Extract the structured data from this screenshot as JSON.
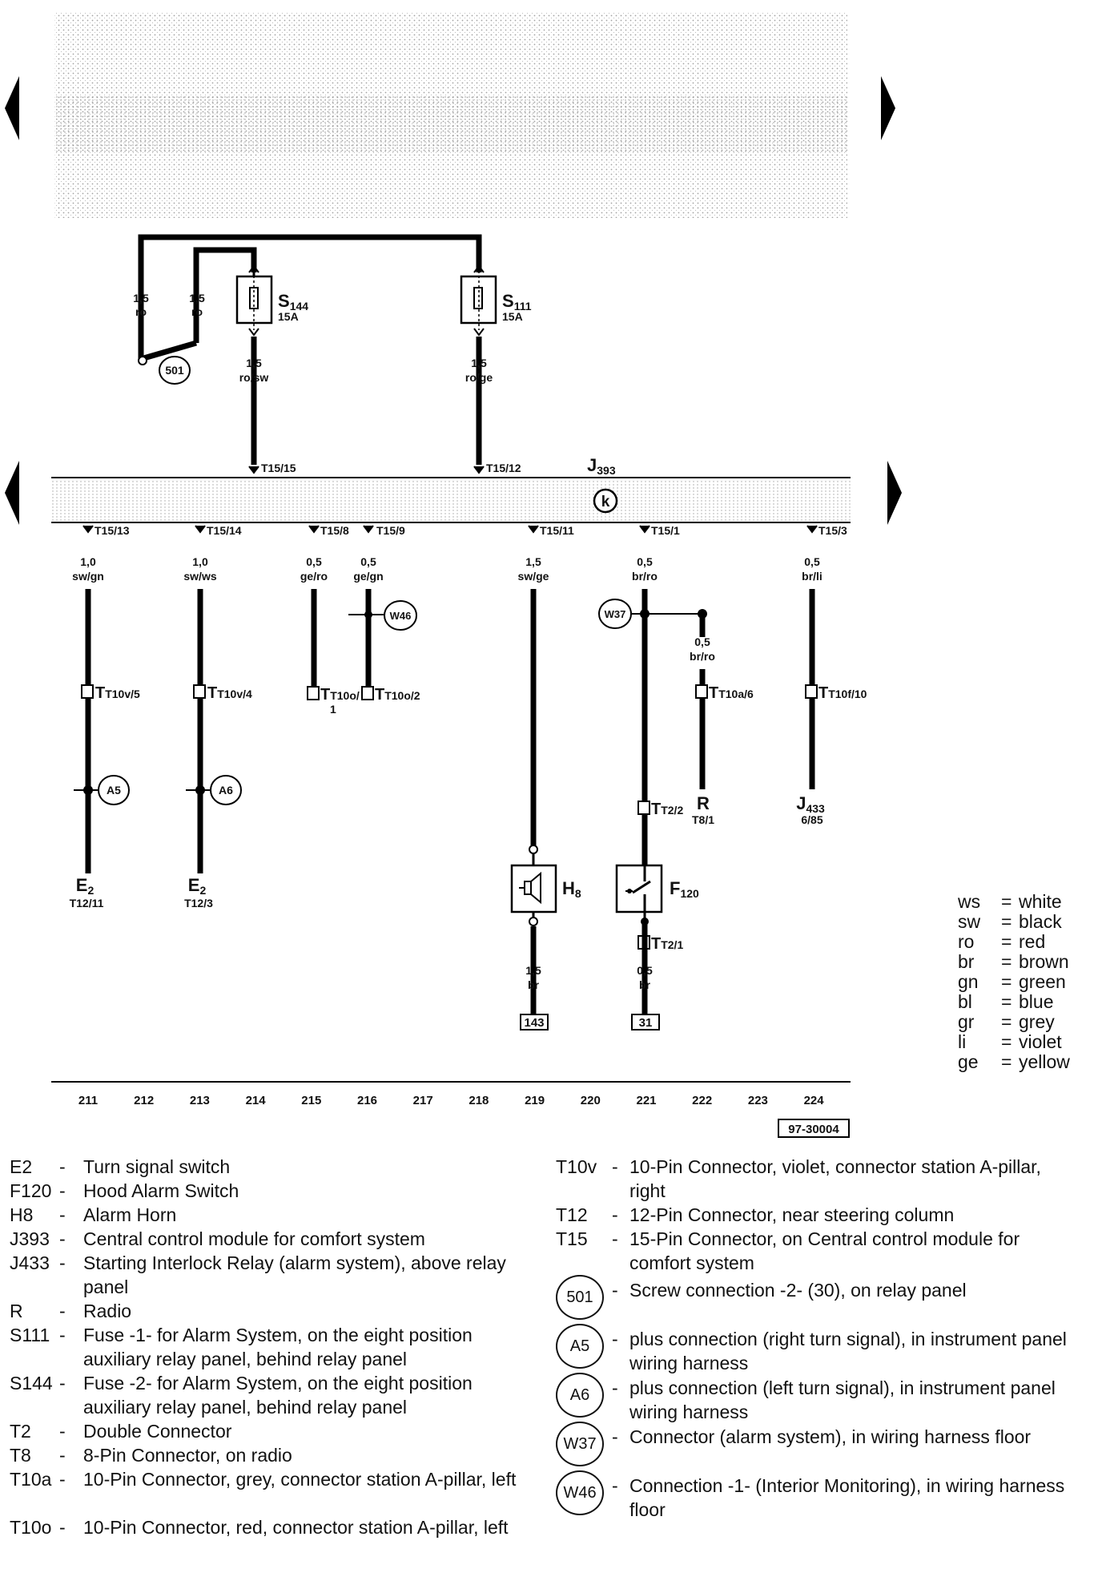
{
  "components": {
    "S144": {
      "name": "S",
      "sub": "144",
      "rating": "15A"
    },
    "S111": {
      "name": "S",
      "sub": "111",
      "rating": "15A"
    },
    "J393": {
      "name": "J",
      "sub": "393"
    },
    "H8": {
      "name": "H",
      "sub": "8"
    },
    "F120": {
      "name": "F",
      "sub": "120"
    },
    "E2a": {
      "name": "E",
      "sub": "2",
      "pin": "T12/11"
    },
    "E2b": {
      "name": "E",
      "sub": "2",
      "pin": "T12/3"
    },
    "R": {
      "name": "R",
      "pin": "T8/1"
    },
    "J433": {
      "name": "J",
      "sub": "433",
      "pin": "6/85"
    }
  },
  "wires": {
    "w1": {
      "size": "1,5",
      "color": "ro"
    },
    "w2": {
      "size": "1,5",
      "color": "ro"
    },
    "w3": {
      "size": "1,5",
      "color": "ro/sw"
    },
    "w4": {
      "size": "1,5",
      "color": "ro/ge"
    },
    "w5": {
      "size": "1,0",
      "color": "sw/gn"
    },
    "w6": {
      "size": "1,0",
      "color": "sw/ws"
    },
    "w7": {
      "size": "0,5",
      "color": "ge/ro"
    },
    "w8": {
      "size": "0,5",
      "color": "ge/gn"
    },
    "w9": {
      "size": "1,5",
      "color": "sw/ge"
    },
    "w10": {
      "size": "0,5",
      "color": "br/ro"
    },
    "w11": {
      "size": "0,5",
      "color": "br/ro"
    },
    "w12": {
      "size": "0,5",
      "color": "br/li"
    },
    "w13": {
      "size": "1,5",
      "color": "br"
    },
    "w14": {
      "size": "0,5",
      "color": "br"
    }
  },
  "pins": {
    "top1": "T15/15",
    "top2": "T15/12",
    "b1": "T15/13",
    "b2": "T15/14",
    "b3": "T15/8",
    "b4": "T15/9",
    "b5": "T15/11",
    "b6": "T15/1",
    "b7": "T15/3"
  },
  "connectors": {
    "c1": "T10v/5",
    "c2": "T10v/4",
    "c3": "T10o/",
    "c3b": "1",
    "c4": "T10o/2",
    "c5": "T10a/6",
    "c6": "T10f/10",
    "c7": "T2/2",
    "c8": "T2/1"
  },
  "circles": {
    "c501": "501",
    "W46": "W46",
    "W37": "W37",
    "A5": "A5",
    "A6": "A6",
    "k": "k"
  },
  "ground_boxes": {
    "g1": "143",
    "g2": "31"
  },
  "current_tracks": [
    "211",
    "212",
    "213",
    "214",
    "215",
    "216",
    "217",
    "218",
    "219",
    "220",
    "221",
    "222",
    "223",
    "224"
  ],
  "diagram_id": "97-30004",
  "color_key": [
    {
      "abbr": "ws",
      "name": "white"
    },
    {
      "abbr": "sw",
      "name": "black"
    },
    {
      "abbr": "ro",
      "name": "red"
    },
    {
      "abbr": "br",
      "name": "brown"
    },
    {
      "abbr": "gn",
      "name": "green"
    },
    {
      "abbr": "bl",
      "name": "blue"
    },
    {
      "abbr": "gr",
      "name": "grey"
    },
    {
      "abbr": "li",
      "name": "violet"
    },
    {
      "abbr": "ge",
      "name": "yellow"
    }
  ],
  "legend_left": [
    {
      "code": "E2",
      "desc": "Turn signal switch"
    },
    {
      "code": "F120",
      "desc": "Hood Alarm Switch"
    },
    {
      "code": "H8",
      "desc": "Alarm Horn"
    },
    {
      "code": "J393",
      "desc": "Central control module for comfort system"
    },
    {
      "code": "J433",
      "desc": "Starting Interlock Relay (alarm system), above relay panel"
    },
    {
      "code": "R",
      "desc": "Radio"
    },
    {
      "code": "S111",
      "desc": "Fuse -1- for Alarm System, on the eight position auxiliary relay panel, behind relay panel"
    },
    {
      "code": "S144",
      "desc": "Fuse -2- for Alarm System, on the eight position auxiliary relay panel, behind relay panel"
    },
    {
      "code": "T2",
      "desc": "Double Connector"
    },
    {
      "code": "T8",
      "desc": "8-Pin Connector, on radio"
    },
    {
      "code": "T10a",
      "desc": "10-Pin Connector, grey, connector station A-pillar, left"
    },
    {
      "code": "T10o",
      "desc": "10-Pin Connector, red, connector station A-pillar, left"
    }
  ],
  "legend_right": [
    {
      "code": "T10v",
      "desc": "10-Pin Connector, violet, connector station A-pillar, right"
    },
    {
      "code": "T12",
      "desc": "12-Pin Connector, near steering column"
    },
    {
      "code": "T15",
      "desc": "15-Pin Connector, on Central control module for comfort system"
    },
    {
      "code": "501",
      "desc": "Screw connection -2- (30), on relay panel",
      "circle": true
    },
    {
      "code": "A5",
      "desc": "plus connection (right turn signal), in instrument panel wiring harness",
      "circle": true
    },
    {
      "code": "A6",
      "desc": "plus connection (left turn signal), in instrument panel wiring harness",
      "circle": true
    },
    {
      "code": "W37",
      "desc": "Connector (alarm system), in wiring harness floor",
      "circle": true
    },
    {
      "code": "W46",
      "desc": "Connection -1- (Interior Monitoring), in wiring harness floor",
      "circle": true
    }
  ]
}
